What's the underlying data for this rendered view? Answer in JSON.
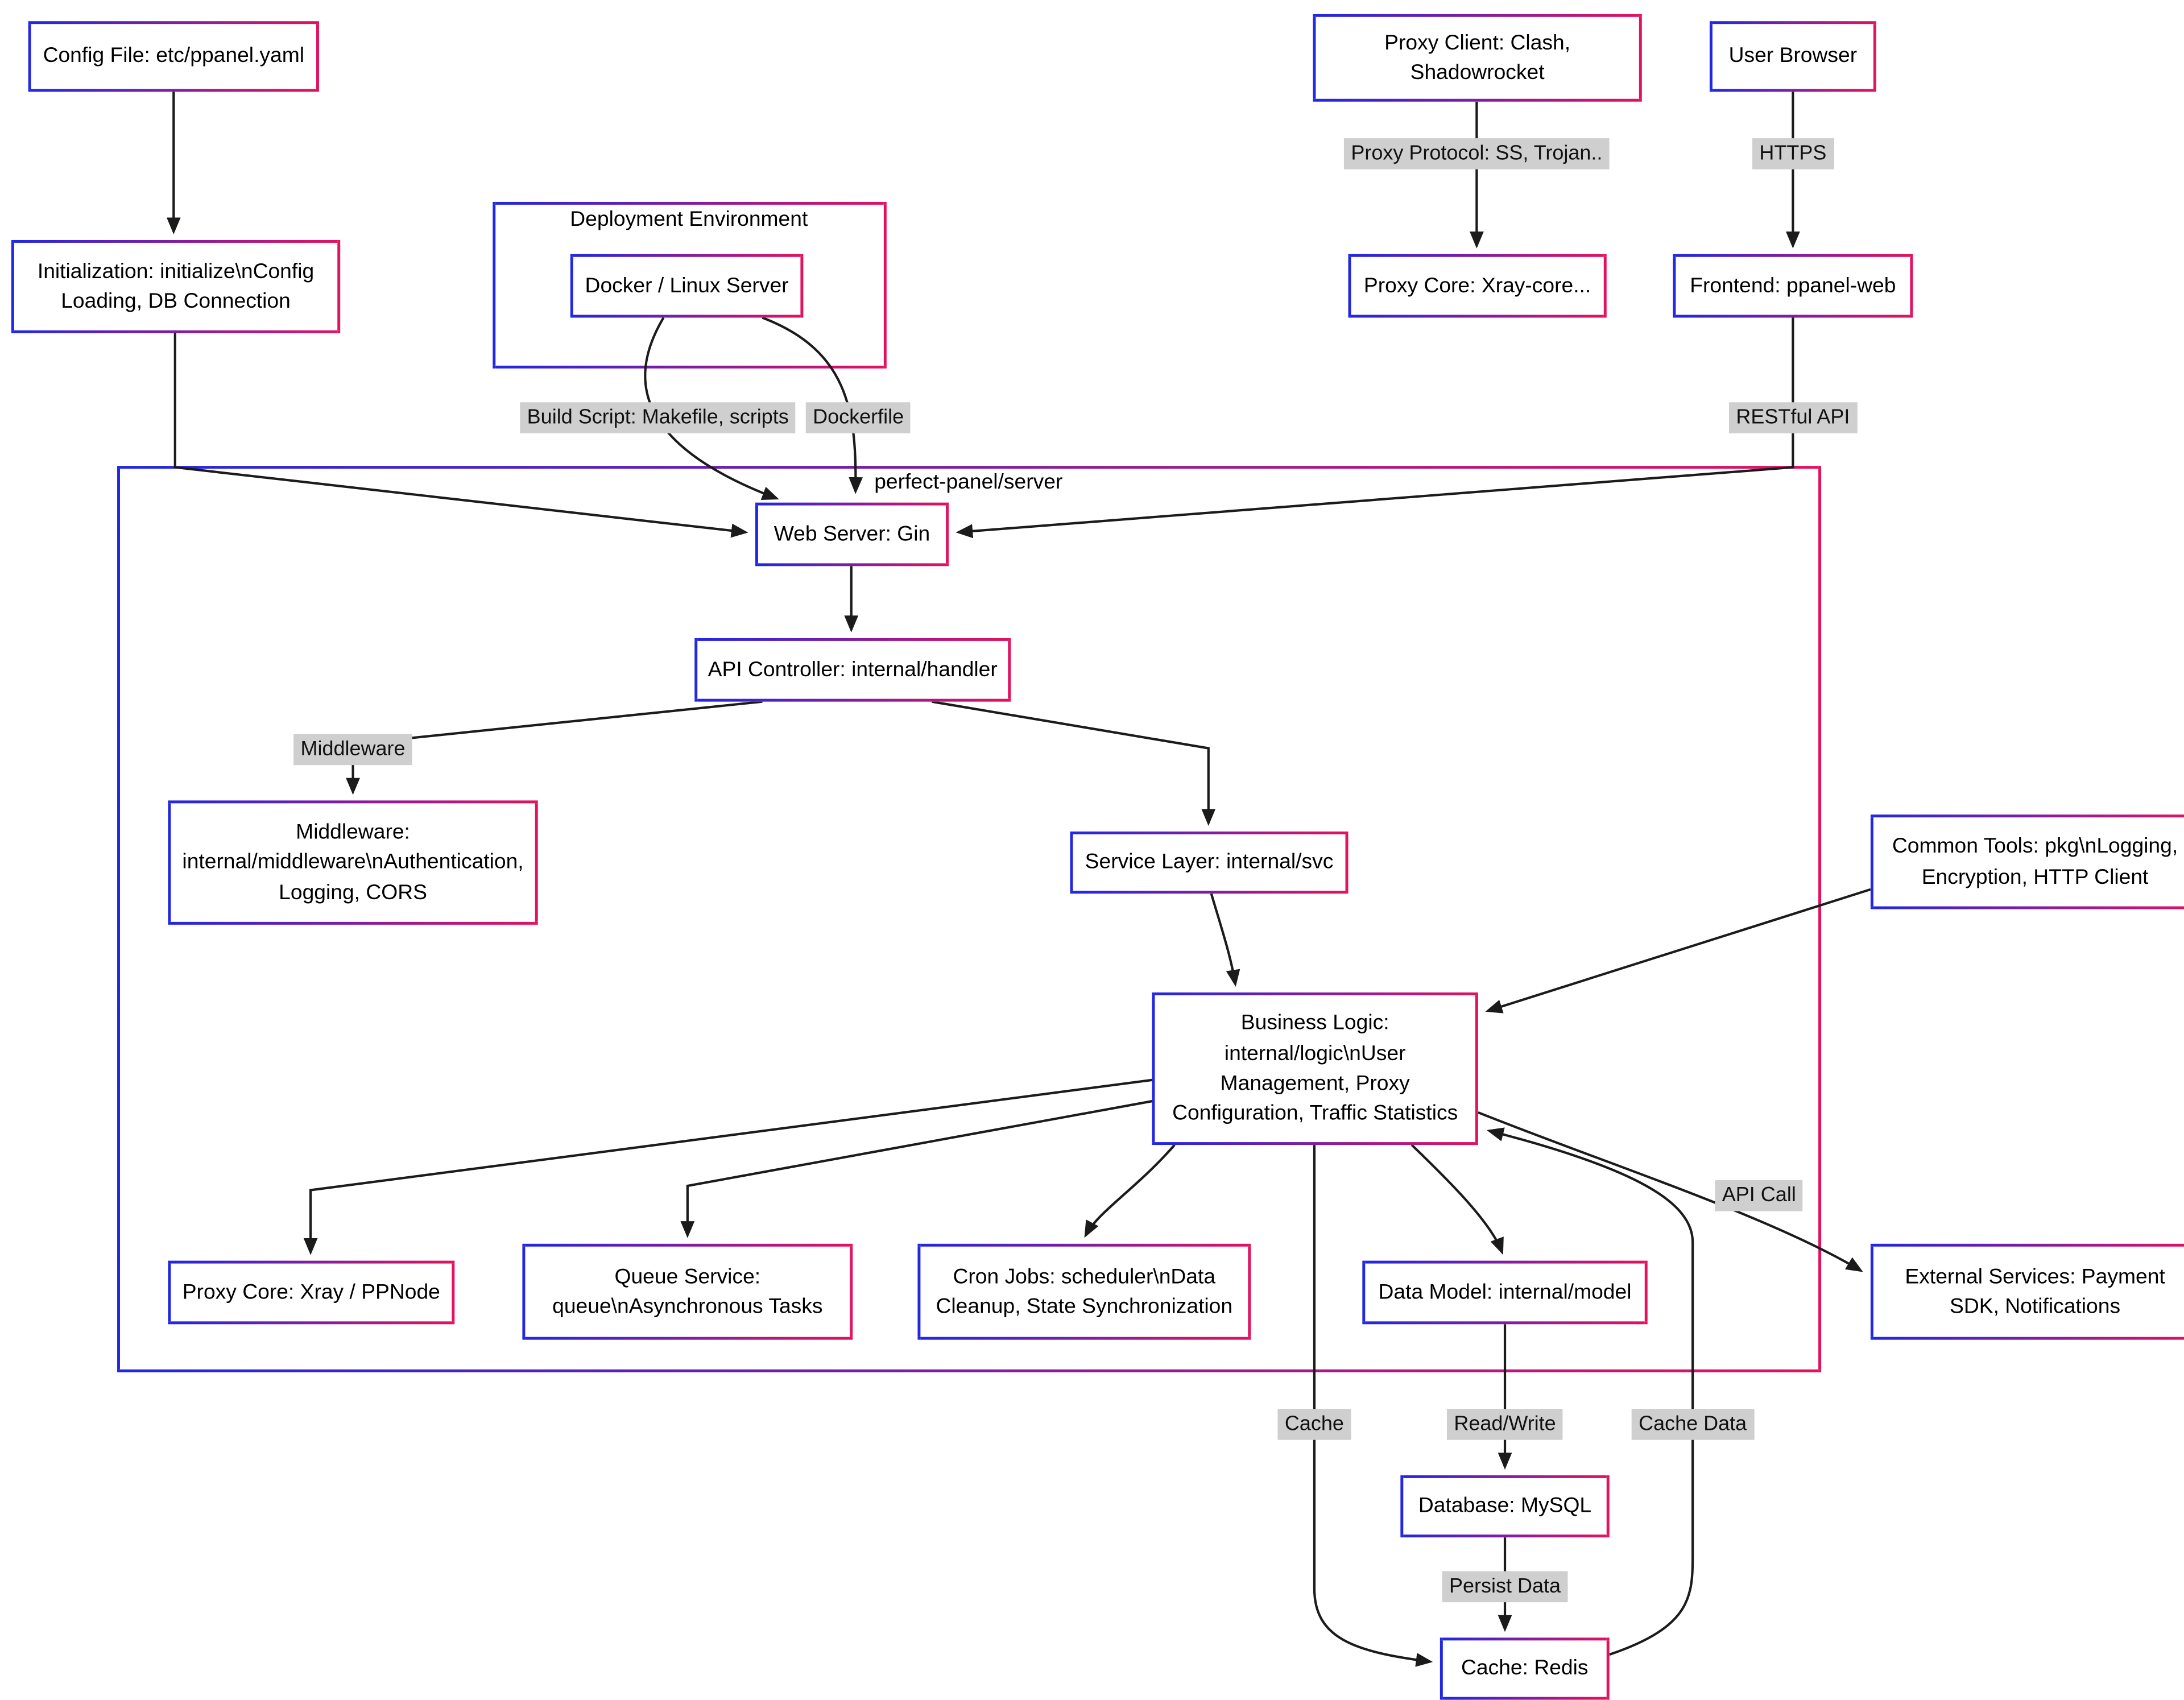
{
  "colors": {
    "node_border_start": "#2127e3",
    "node_border_end": "#e3125f",
    "edge_stroke": "#1b1b1b",
    "edge_label_bg": "#cfcfcf",
    "node_bg": "#ffffff",
    "canvas_bg": "#ffffff",
    "text": "#000000"
  },
  "containers": {
    "server": {
      "label": "perfect-panel/server"
    },
    "deployment": {
      "label": "Deployment Environment"
    }
  },
  "nodes": {
    "config_file": {
      "label": "Config File: etc/ppanel.yaml"
    },
    "initialization": {
      "label": "Initialization: initialize\\nConfig\nLoading, DB Connection"
    },
    "docker": {
      "label": "Docker / Linux Server"
    },
    "proxy_client": {
      "label": "Proxy Client: Clash,\nShadowrocket"
    },
    "user_browser": {
      "label": "User Browser"
    },
    "proxy_core_xray": {
      "label": "Proxy Core: Xray-core..."
    },
    "frontend": {
      "label": "Frontend: ppanel-web"
    },
    "web_server": {
      "label": "Web Server: Gin"
    },
    "api_controller": {
      "label": "API Controller: internal/handler"
    },
    "middleware": {
      "label": "Middleware:\ninternal/middleware\\nAuthentication,\nLogging, CORS"
    },
    "service_layer": {
      "label": "Service Layer: internal/svc"
    },
    "common_tools": {
      "label": "Common Tools: pkg\\nLogging,\nEncryption, HTTP Client"
    },
    "business_logic": {
      "label": "Business Logic:\ninternal/logic\\nUser\nManagement, Proxy\nConfiguration, Traffic Statistics"
    },
    "proxy_core_node": {
      "label": "Proxy Core: Xray / PPNode"
    },
    "queue_service": {
      "label": "Queue Service:\nqueue\\nAsynchronous Tasks"
    },
    "cron_jobs": {
      "label": "Cron Jobs: scheduler\\nData\nCleanup, State Synchronization"
    },
    "data_model": {
      "label": "Data Model: internal/model"
    },
    "external_services": {
      "label": "External Services: Payment\nSDK, Notifications"
    },
    "database": {
      "label": "Database: MySQL"
    },
    "cache": {
      "label": "Cache: Redis"
    }
  },
  "edge_labels": {
    "proxy_protocol": "Proxy Protocol: SS, Trojan..",
    "https": "HTTPS",
    "build_script": "Build Script: Makefile, scripts",
    "dockerfile": "Dockerfile",
    "restful_api": "RESTful API",
    "middleware": "Middleware",
    "api_call": "API Call",
    "cache": "Cache",
    "read_write": "Read/Write",
    "cache_data": "Cache Data",
    "persist_data": "Persist Data"
  }
}
